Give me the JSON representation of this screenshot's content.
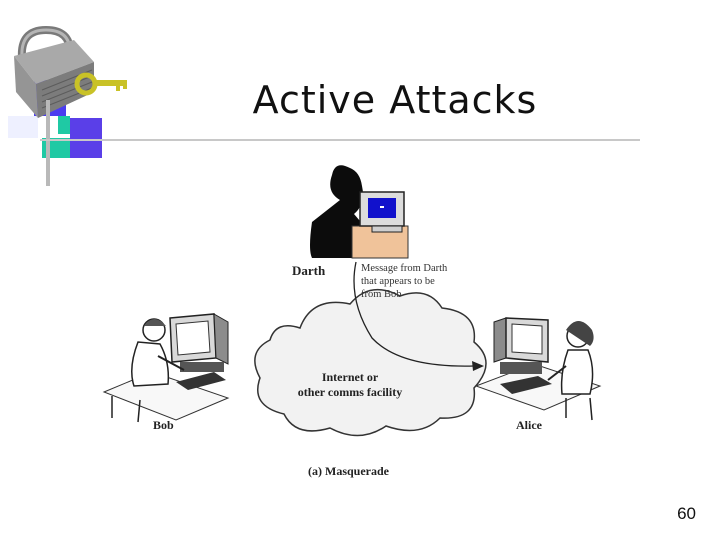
{
  "slide": {
    "title": "Active Attacks",
    "page_number": "60"
  },
  "diagram": {
    "attacker_label": "Darth",
    "message_note": [
      "Message from Darth",
      "that appears to be",
      "from Bob"
    ],
    "sender_label": "Bob",
    "receiver_label": "Alice",
    "network_label": [
      "Internet or",
      "other comms facility"
    ],
    "caption": "(a) Masquerade"
  },
  "colors": {
    "accent_blue": "#4b3df0",
    "accent_teal": "#1fc9a4",
    "key_gold": "#c9c227",
    "padlock_gray": "#8a8a8a",
    "screen_blue": "#1111cc"
  },
  "icons": {
    "logo": "padlock-with-key-icon"
  }
}
